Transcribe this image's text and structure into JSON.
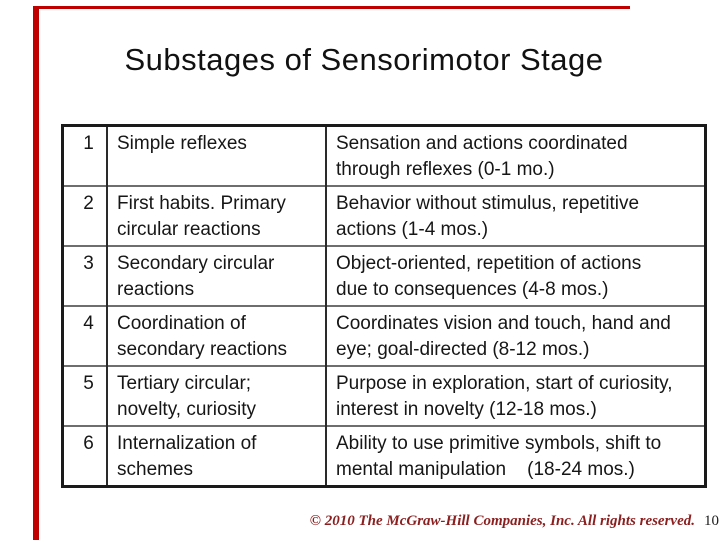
{
  "title": "Substages of Sensorimotor Stage",
  "accent_color": "#c00000",
  "table": {
    "columns": [
      "number",
      "substage",
      "description"
    ],
    "rows": [
      {
        "number": "1",
        "substage": "Simple reflexes",
        "description": "Sensation and actions coordinated\nthrough reflexes (0-1 mo.)"
      },
      {
        "number": "2",
        "substage": "First habits. Primary\ncircular reactions",
        "description": "Behavior without stimulus, repetitive\nactions (1-4 mos.)"
      },
      {
        "number": "3",
        "substage": "Secondary circular\nreactions",
        "description": "Object-oriented, repetition of actions\ndue to consequences (4-8 mos.)"
      },
      {
        "number": "4",
        "substage": "Coordination of\nsecondary reactions",
        "description": "Coordinates vision and touch, hand and\neye; goal-directed (8-12 mos.)"
      },
      {
        "number": "5",
        "substage": "Tertiary circular;\nnovelty, curiosity",
        "description": "Purpose in exploration, start of curiosity,\ninterest in novelty (12-18 mos.)"
      },
      {
        "number": "6",
        "substage": "Internalization of\nschemes",
        "description": "Ability to use primitive symbols, shift to\nmental manipulation    (18-24 mos.)"
      }
    ]
  },
  "footer": {
    "copyright": "© 2010 The McGraw-Hill Companies, Inc. All rights reserved.",
    "copyright_color": "#8b1f1f",
    "page_number": "10"
  }
}
